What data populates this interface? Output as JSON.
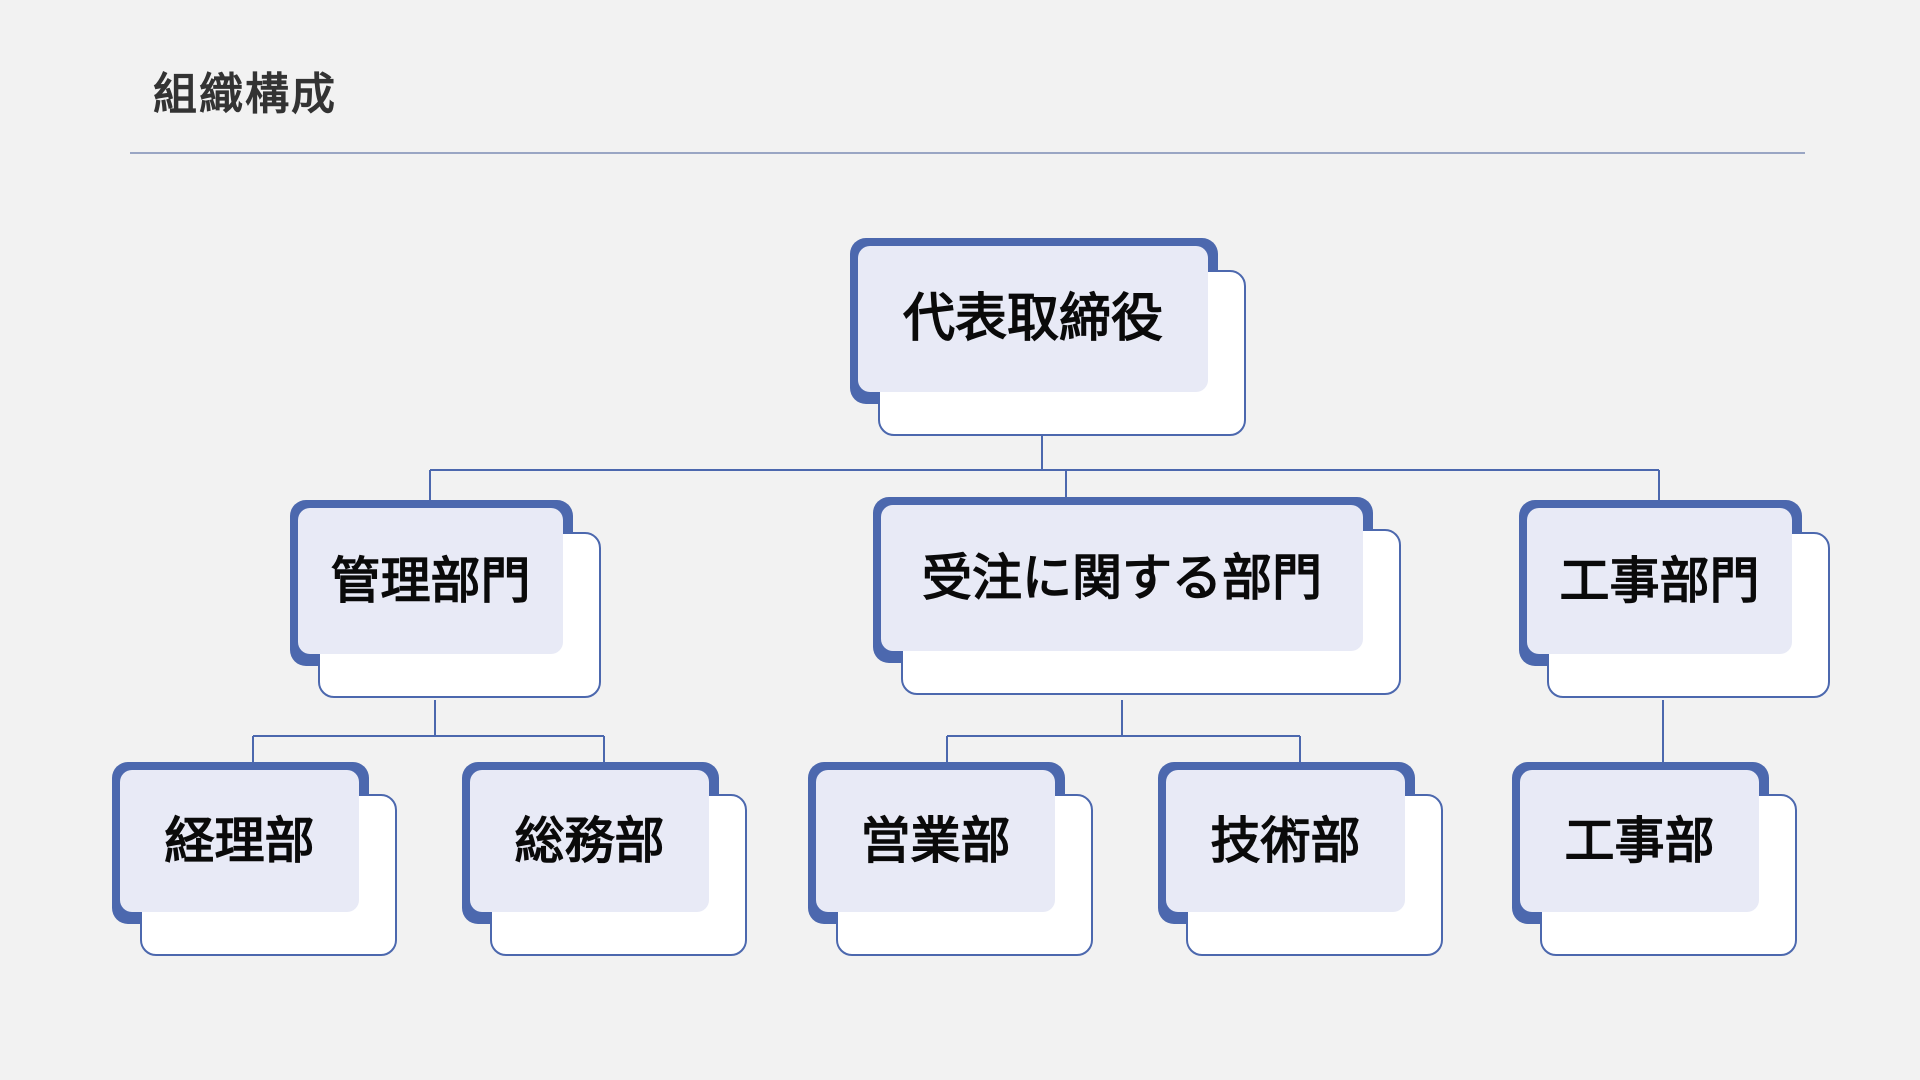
{
  "header": {
    "title": "組織構成"
  },
  "colors": {
    "background": "#F2F2F2",
    "accent_blue": "#4C68AE",
    "card_inner": "#E8EAF6",
    "card_face": "#FFFFFF",
    "connector": "#4C68AE",
    "title_text": "#333333",
    "title_rule": "#9AA6C4",
    "node_text": "#0A0A0A"
  },
  "chart_data": {
    "type": "diagram",
    "diagram_kind": "org-chart",
    "title": "組織構成",
    "orientation": "top-down",
    "levels": 3,
    "nodes": [
      {
        "id": "ceo",
        "label": "代表取締役",
        "level": 1,
        "parent": null
      },
      {
        "id": "kanri",
        "label": "管理部門",
        "level": 2,
        "parent": "ceo"
      },
      {
        "id": "juchu",
        "label": "受注に関する部門",
        "level": 2,
        "parent": "ceo"
      },
      {
        "id": "koji_bumon",
        "label": "工事部門",
        "level": 2,
        "parent": "ceo"
      },
      {
        "id": "keiri",
        "label": "経理部",
        "level": 3,
        "parent": "kanri"
      },
      {
        "id": "somu",
        "label": "総務部",
        "level": 3,
        "parent": "kanri"
      },
      {
        "id": "eigyo",
        "label": "営業部",
        "level": 3,
        "parent": "juchu"
      },
      {
        "id": "gijutsu",
        "label": "技術部",
        "level": 3,
        "parent": "juchu"
      },
      {
        "id": "koji_bu",
        "label": "工事部",
        "level": 3,
        "parent": "koji_bumon"
      }
    ],
    "edges": [
      {
        "from": "ceo",
        "to": "kanri"
      },
      {
        "from": "ceo",
        "to": "juchu"
      },
      {
        "from": "ceo",
        "to": "koji_bumon"
      },
      {
        "from": "kanri",
        "to": "keiri"
      },
      {
        "from": "kanri",
        "to": "somu"
      },
      {
        "from": "juchu",
        "to": "eigyo"
      },
      {
        "from": "juchu",
        "to": "gijutsu"
      },
      {
        "from": "koji_bumon",
        "to": "koji_bu"
      }
    ]
  }
}
